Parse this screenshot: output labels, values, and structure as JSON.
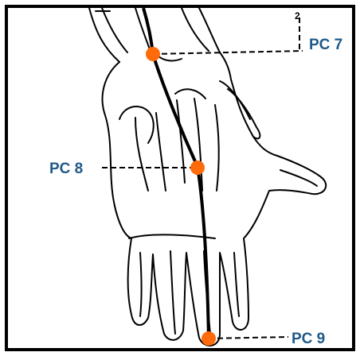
{
  "colors": {
    "label": "#1f5a8a",
    "acupoint": "#ff6a0a",
    "line": "#000000",
    "frame": "#000000"
  },
  "points": [
    {
      "id": "pc7",
      "label": "PC 7"
    },
    {
      "id": "pc8",
      "label": "PC 8"
    },
    {
      "id": "pc9",
      "label": "PC 9"
    }
  ],
  "measure": {
    "value": "2"
  }
}
